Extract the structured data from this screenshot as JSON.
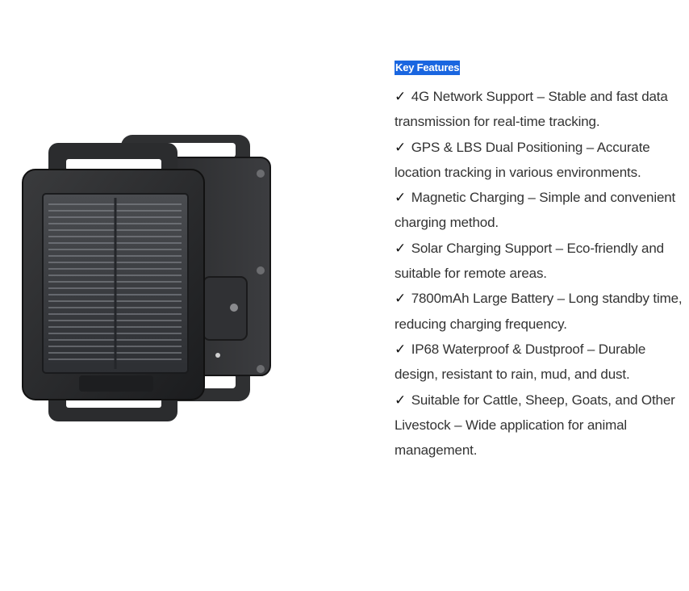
{
  "product": {
    "image_label": "gps-tracker-product-image"
  },
  "features": {
    "heading": "Key Features",
    "check_symbol": "✓",
    "items": [
      "4G Network Support – Stable and fast data transmission for real-time tracking.",
      "GPS & LBS Dual Positioning – Accurate location tracking in various environments.",
      "Magnetic Charging – Simple and convenient charging method.",
      "Solar Charging Support – Eco-friendly and suitable for remote areas.",
      "7800mAh Large Battery – Long standby time, reducing charging frequency.",
      "IP68 Waterproof & Dustproof – Durable design, resistant to rain, mud, and dust.",
      "Suitable for Cattle, Sheep, Goats, and Other Livestock – Wide application for animal management."
    ]
  },
  "colors": {
    "heading_highlight": "#1a66e0",
    "text": "#333333"
  }
}
